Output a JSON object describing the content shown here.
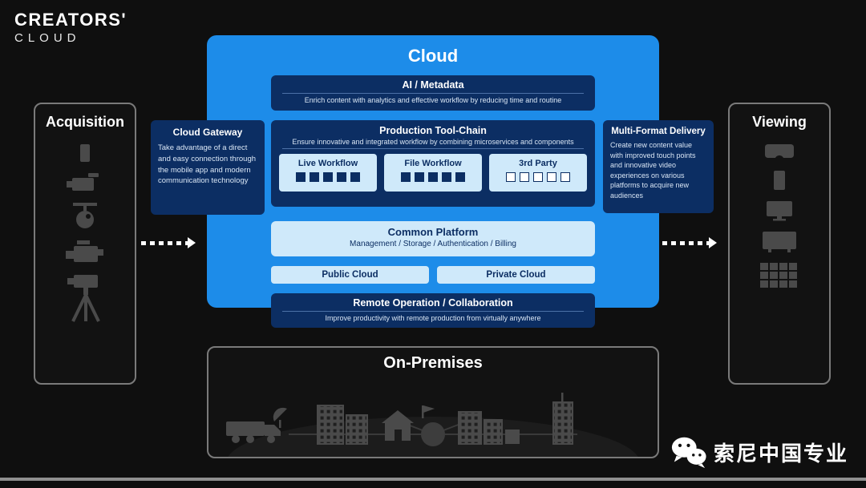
{
  "brand": {
    "line1": "CREATORS'",
    "line2": "CLOUD"
  },
  "panels": {
    "acquisition": {
      "title": "Acquisition",
      "icons": [
        "smartphone-icon",
        "camcorder-icon",
        "ptz-camera-icon",
        "shoulder-camera-icon",
        "studio-camera-icon"
      ]
    },
    "viewing": {
      "title": "Viewing",
      "icons": [
        "vr-headset-icon",
        "smartphone-icon",
        "monitor-icon",
        "tv-icon",
        "led-wall-icon"
      ]
    }
  },
  "cloud": {
    "title": "Cloud",
    "ai_metadata": {
      "title": "AI / Metadata",
      "subtitle": "Enrich content with analytics and effective workflow by reducing time and routine"
    },
    "toolchain": {
      "title": "Production Tool-Chain",
      "subtitle": "Ensure innovative and integrated workflow by combining microservices and components",
      "items": [
        {
          "label": "Live Workflow",
          "filled": 5,
          "total": 5
        },
        {
          "label": "File Workflow",
          "filled": 5,
          "total": 5
        },
        {
          "label": "3rd Party",
          "filled": 0,
          "total": 5
        }
      ]
    },
    "common_platform": {
      "title": "Common Platform",
      "subtitle": "Management / Storage / Authentication / Billing"
    },
    "deployments": [
      {
        "label": "Public Cloud"
      },
      {
        "label": "Private Cloud"
      }
    ],
    "remote": {
      "title": "Remote Operation / Collaboration",
      "subtitle": "Improve productivity with remote production from virtually anywhere"
    }
  },
  "cloud_gateway": {
    "title": "Cloud Gateway",
    "body": "Take advantage of a direct and easy connection through the mobile app and modern communication technology"
  },
  "multi_format_delivery": {
    "title": "Multi-Format Delivery",
    "body": "Create new content value with improved touch points and innovative video experiences on various platforms to acquire new audiences"
  },
  "on_premises": {
    "title": "On-Premises"
  },
  "footer": {
    "account_name": "索尼中国专业",
    "logo": "wechat-logo"
  },
  "colors": {
    "background": "#0f0f0f",
    "cloud_blue": "#1d8ce9",
    "navy": "#0c2e63",
    "light_blue": "#cfe9fa",
    "panel_border": "#7a7a7a",
    "icon_grey": "#4a4a4a",
    "text_light": "#d9e6f5"
  }
}
